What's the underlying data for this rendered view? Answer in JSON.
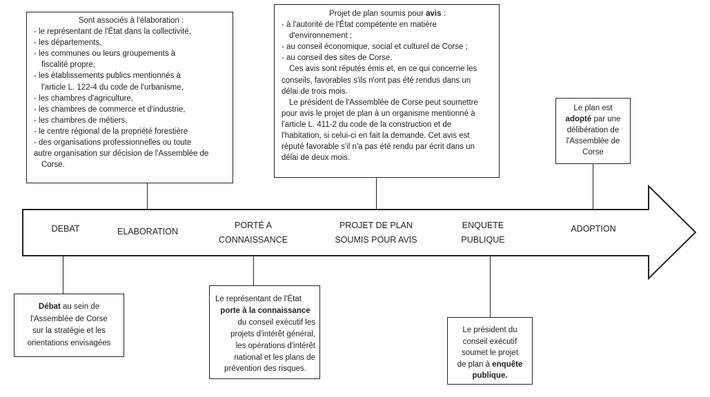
{
  "stages": {
    "debat": "DEBAT",
    "elaboration": "ELABORATION",
    "porte_1": "PORTÉ A",
    "porte_2": "CONNAISSANCE",
    "projet_1": "PROJET DE PLAN",
    "projet_2": "SOUMIS POUR AVIS",
    "enquete_1": "ENQUETE",
    "enquete_2": "PUBLIQUE",
    "adoption": "ADOPTION"
  },
  "elaboration_box": {
    "title": "Sont associés à l'élaboration :",
    "items": [
      "- le représentant de l'État dans la collectivité,",
      "- les départements,",
      "- les communes ou leurs groupements à",
      "fiscalité propre,",
      "- les établissements publics mentionnés à",
      "l'article L. 122-4 du code de l'urbanisme,",
      "- les chambres d'agriculture,",
      "- les chambres de commerce et d'industrie,",
      "- les chambres de métiers,",
      "- le centre régional de la propriété forestière",
      "- des organisations professionnelles ou toute",
      "autre organisation sur décision de l'Assemblée de",
      "Corse."
    ]
  },
  "avis_box": {
    "title_prefix": "Projet de plan soumis pour ",
    "title_bold": "avis",
    "title_suffix": " :",
    "lines": [
      "- à l'autorité de l'État compétente en matière",
      "d'environnement ;",
      "- au conseil économique, social et culturel de Corse ;",
      "- au conseil des sites de Corse.",
      "Ces avis sont réputés émis et, en ce qui concerne les",
      "conseils, favorables s'ils n'ont pas été rendus dans un",
      "délai de trois mois.",
      "Le président de l'Assemblée de Corse peut soumettre",
      "pour avis le projet de plan à un organisme mentionné à",
      "l'article L. 411-2 du code de la construction et de",
      "l'habitation, si celui-ci en fait la demande. Cet avis est",
      "réputé favorable s'il n'a pas été rendu par écrit dans un",
      "délai de deux mois."
    ]
  },
  "adoption_box": {
    "l1": "Le plan est",
    "l2_bold": "adopté",
    "l2_rest": " par une",
    "l3": "délibération de",
    "l4": "l'Assemblée de",
    "l5": "Corse"
  },
  "debat_box": {
    "l1_bold": "Débat",
    "l1_rest": " au sein de",
    "l2": "l'Assemblée de Corse",
    "l3": "sur la stratégie et les",
    "l4": "orientations envisagées"
  },
  "porte_box": {
    "l1": "Le représentant de l'État",
    "l2_bold": "porte à la connaissance",
    "l3": "du conseil exécutif les",
    "l4": "projets d'intérêt général,",
    "l5": "les opérations d'intérêt",
    "l6": "national et les plans de",
    "l7": "prévention des risques."
  },
  "enquete_box": {
    "l1": "Le président du",
    "l2": "conseil exécutif",
    "l3": "soumet le projet",
    "l4_rest": "de plan à ",
    "l4_bold": "enquête",
    "l5_bold": "publique."
  }
}
